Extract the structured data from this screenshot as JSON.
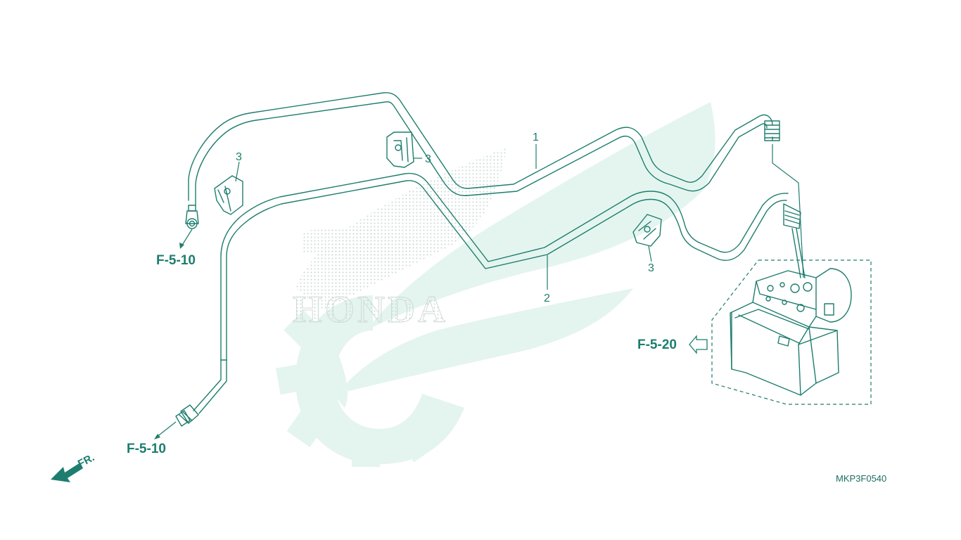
{
  "colors": {
    "line": "#1e7d6e",
    "text": "#1e7d6e",
    "watermark_light": "#e3f4ef",
    "watermark_dot": "#c9d9d5"
  },
  "watermark": {
    "brand_text": "HONDA",
    "icon": "honda-wing-gear-logo"
  },
  "callouts": {
    "ref_left_upper": "F-5-10",
    "ref_left_lower": "F-5-10",
    "ref_right": "F-5-20",
    "part_1": "1",
    "part_2": "2",
    "part_3a": "3",
    "part_3b": "3",
    "part_3c": "3"
  },
  "direction_label": "FR.",
  "drawing_code": "MKP3F0540"
}
